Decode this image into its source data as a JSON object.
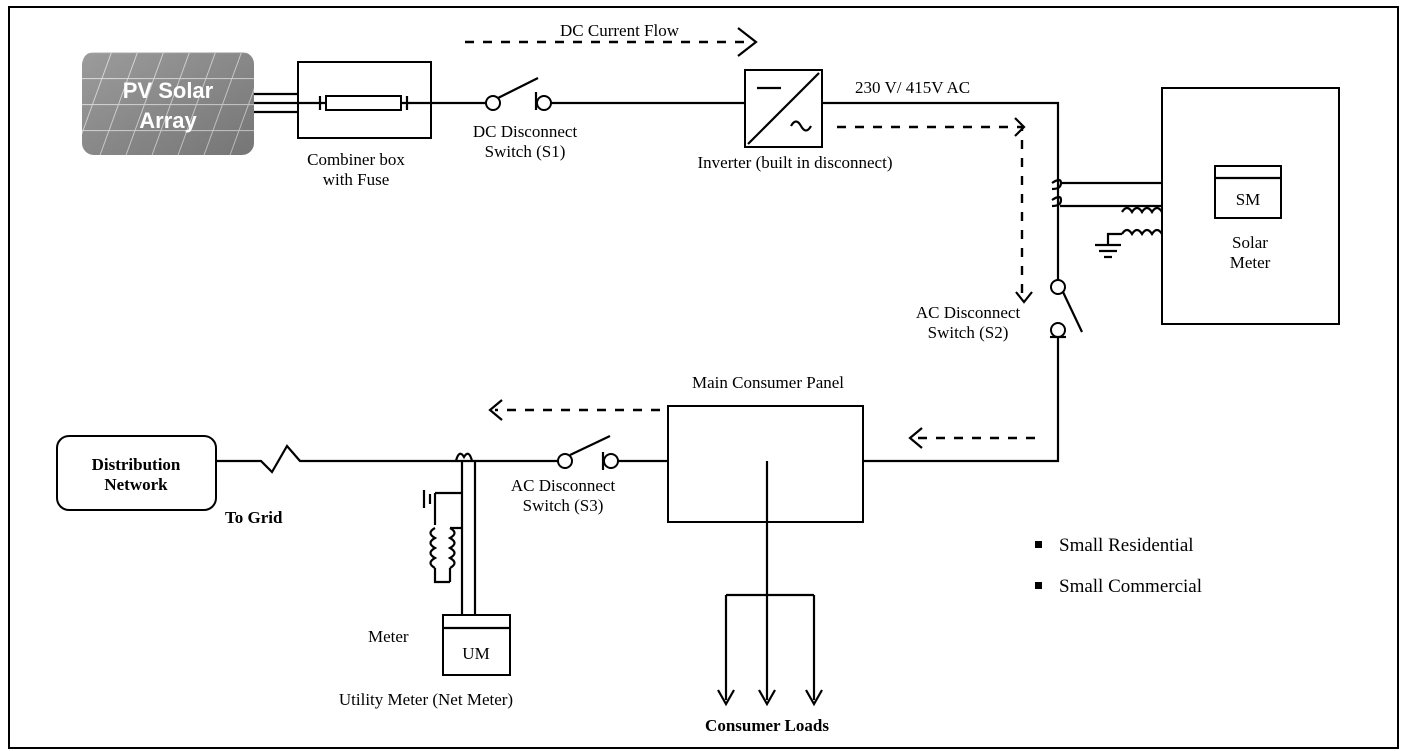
{
  "labels": {
    "dc_flow": "DC Current Flow",
    "pv_line1": "PV Solar",
    "pv_line2": "Array",
    "combiner_line1": "Combiner box",
    "combiner_line2": "with Fuse",
    "s1_line1": "DC Disconnect",
    "s1_line2": "Switch (S1)",
    "inverter": "Inverter (built in disconnect)",
    "ac_voltage": "230 V/ 415V AC",
    "sm": "SM",
    "solar_meter_line1": "Solar",
    "solar_meter_line2": "Meter",
    "s2_line1": "AC Disconnect",
    "s2_line2": "Switch (S2)",
    "main_panel": "Main Consumer Panel",
    "distribution_line1": "Distribution",
    "distribution_line2": "Network",
    "to_grid": "To Grid",
    "s3_line1": "AC Disconnect",
    "s3_line2": "Switch (S3)",
    "meter": "Meter",
    "um": "UM",
    "utility_meter": "Utility Meter (Net Meter)",
    "consumer_loads": "Consumer Loads",
    "legend_1": "Small Residential",
    "legend_2": "Small Commercial"
  }
}
